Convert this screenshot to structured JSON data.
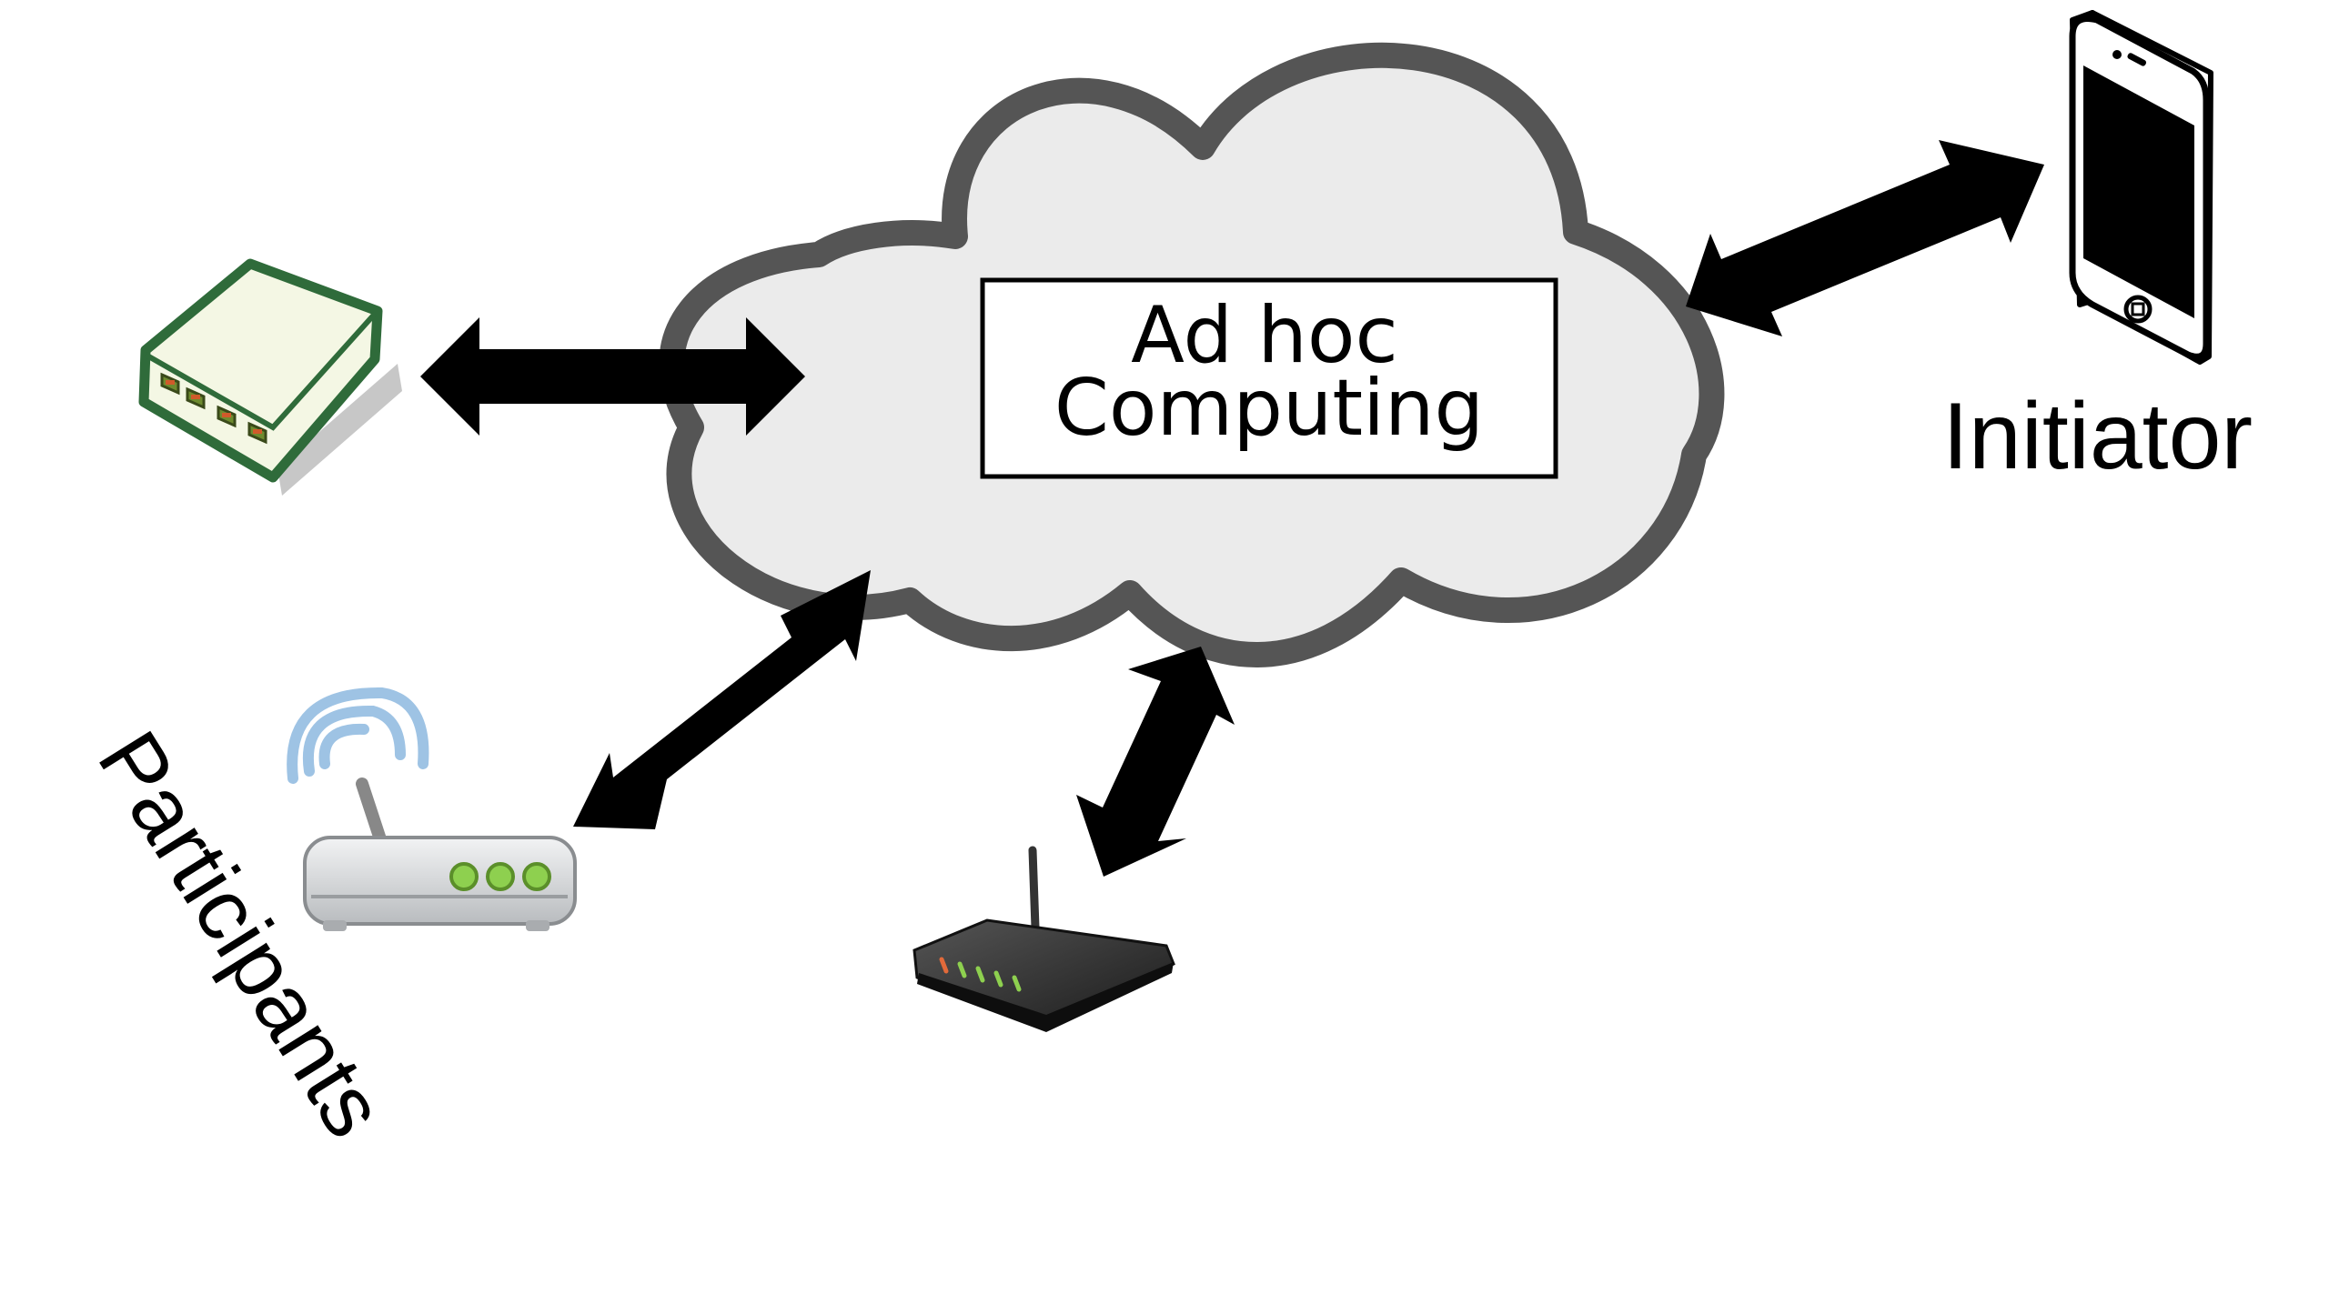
{
  "diagram": {
    "cloud": {
      "line1": "Ad hoc",
      "line2": "Computing"
    },
    "initiator_label": "Initiator",
    "participants_label": "Participants",
    "colors": {
      "cloud_fill": "#ebebeb",
      "cloud_outline": "#555555",
      "arrow": "#000000",
      "hub_outline": "#2f6b3a",
      "hub_body": "#f4f7e4",
      "router_body": "#d8dadc",
      "router_led": "#8ed04f",
      "signal_waves": "#9ec3e4",
      "black_router": "#2b2b2b"
    },
    "icons": [
      "network-hub-icon",
      "wireless-router-icon",
      "black-router-icon",
      "smartphone-icon"
    ]
  }
}
